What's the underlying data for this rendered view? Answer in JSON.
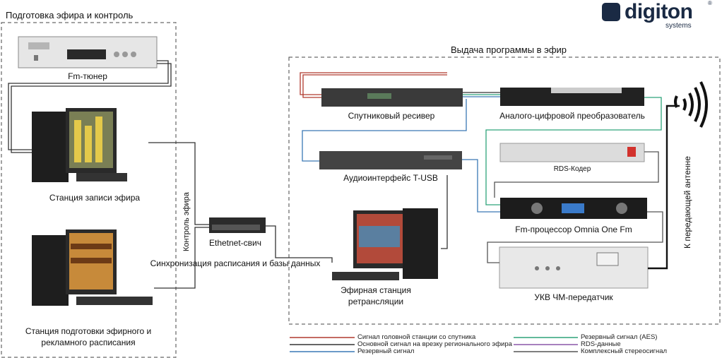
{
  "logo": {
    "name": "digiton",
    "sub": "systems",
    "reg": "®"
  },
  "sections": {
    "left_title": "Подготовка эфира и контроль",
    "right_title": "Выдача программы в эфир"
  },
  "devices": {
    "fm_tuner": "Fm-тюнер",
    "rec_station": "Станция записи эфира",
    "prep_station_l1": "Станция подготовки эфирного и",
    "prep_station_l2": "рекламного расписания",
    "switch": "Ethetnet-свич",
    "sync": "Синхронизация расписания и базы данных",
    "control": "Контроль эфира",
    "air_station_l1": "Эфирная станция",
    "air_station_l2": "ретрансляции",
    "sat_receiver": "Спутниковый ресивер",
    "audio_if": "Аудиоинтерфейс T-USB",
    "adc": "Аналого-цифровой преобразователь",
    "rds": "RDS-Кодер",
    "processor": "Fm-процессор Omnia One Fm",
    "transmitter": "УКВ ЧМ-передатчик",
    "antenna": "К передающей антенне"
  },
  "legend": [
    {
      "label": "Сигнал головной станции со спутника",
      "color": "#b03a2e"
    },
    {
      "label": "Основной сигнал на врезку регионального эфира",
      "color": "#333333"
    },
    {
      "label": "Резервный сигнал",
      "color": "#3a78b5"
    },
    {
      "label": "Резервный сигнал (AES)",
      "color": "#2ea37a"
    },
    {
      "label": "RDS-данные",
      "color": "#8a56a8"
    },
    {
      "label": "Комплексный стереосигнал",
      "color": "#555555"
    }
  ]
}
